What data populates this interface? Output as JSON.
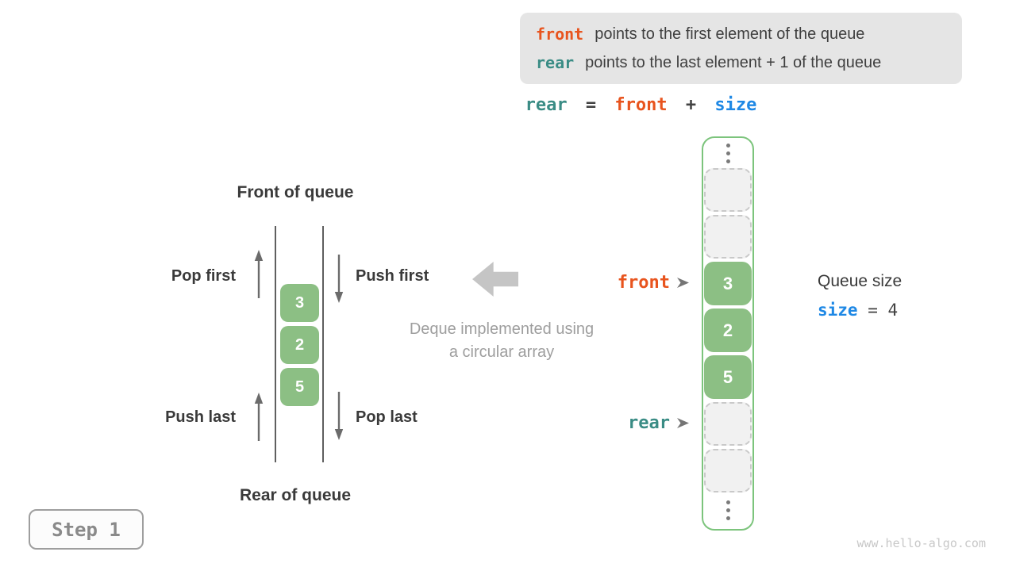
{
  "info_box": {
    "lines": [
      {
        "code": "front",
        "text": "points to the first element of the queue"
      },
      {
        "code": "rear",
        "text": "points to the last element + 1 of the queue"
      }
    ]
  },
  "formula": {
    "rear": "rear",
    "eq": "=",
    "front": "front",
    "plus": "+",
    "size": "size"
  },
  "deque_diagram": {
    "front_title": "Front of queue",
    "rear_title": "Rear of queue",
    "pop_first": "Pop first",
    "push_first": "Push first",
    "push_last": "Push last",
    "pop_last": "Pop last",
    "values": [
      "3",
      "2",
      "5"
    ]
  },
  "caption": {
    "line1": "Deque implemented using",
    "line2": "a circular array"
  },
  "array": {
    "cells": [
      {
        "state": "empty"
      },
      {
        "state": "empty"
      },
      {
        "state": "filled",
        "value": "3"
      },
      {
        "state": "filled",
        "value": "2"
      },
      {
        "state": "filled",
        "value": "5"
      },
      {
        "state": "empty"
      },
      {
        "state": "empty"
      }
    ],
    "front_pointer": "front",
    "rear_pointer": "rear"
  },
  "queue_size": {
    "title": "Queue size",
    "code": "size",
    "equals": "=",
    "value": "4"
  },
  "step_badge": {
    "label": "Step 1"
  },
  "watermark": "www.hello-algo.com",
  "colors": {
    "front_orange": "#e8541e",
    "rear_teal": "#3a8c85",
    "size_blue": "#1e88e5",
    "cell_green": "#8cbf84",
    "frame_green": "#7cc47c",
    "legend_bg": "#e5e5e5",
    "muted_gray": "#9e9e9e"
  }
}
